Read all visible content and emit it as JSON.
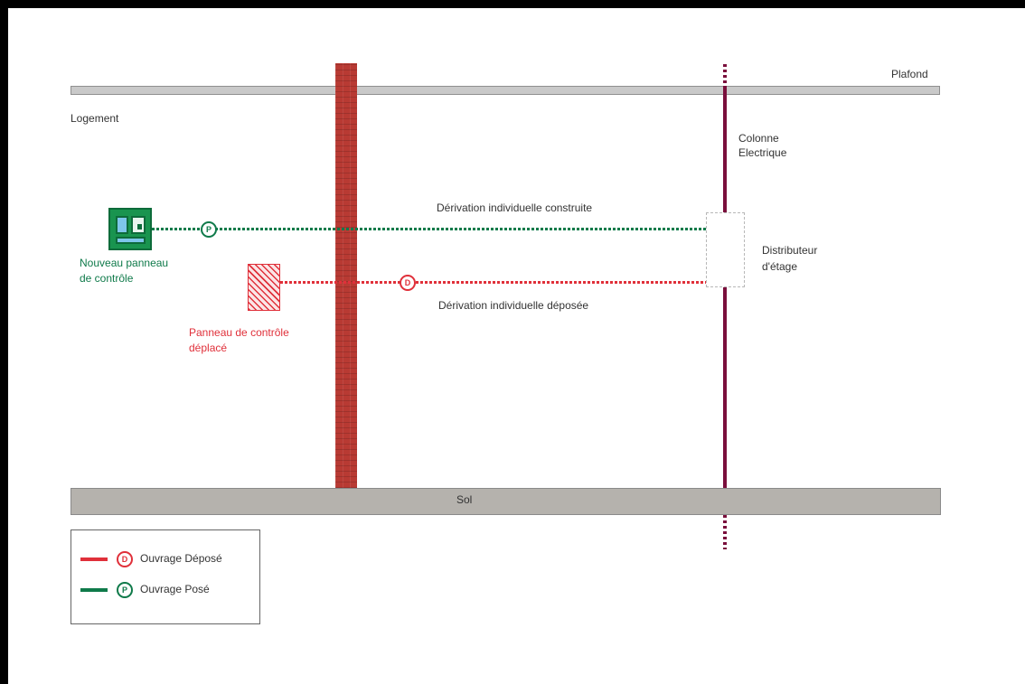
{
  "diagram": {
    "ceiling_label": "Plafond",
    "floor_label": "Sol",
    "dwelling_label": "Logement",
    "column_label_line1": "Colonne",
    "column_label_line2": "Electrique",
    "distributor_label_line1": "Distributeur",
    "distributor_label_line2": "d'étage",
    "built_branch_label": "Dérivation individuelle construite",
    "removed_branch_label": "Dérivation individuelle déposée",
    "new_panel_label_line1": "Nouveau panneau",
    "new_panel_label_line2": "de contrôle",
    "moved_panel_label_line1": "Panneau de contrôle",
    "moved_panel_label_line2": "déplacé",
    "marker_installed": "P",
    "marker_removed": "D"
  },
  "legend": {
    "items": [
      {
        "marker": "D",
        "label": "Ouvrage Déposé",
        "color": "#e0303a"
      },
      {
        "marker": "P",
        "label": "Ouvrage Posé",
        "color": "#0f7a4a"
      }
    ]
  },
  "colors": {
    "installed": "#0f7a4a",
    "removed": "#e0303a",
    "column": "#7a0f3c",
    "wall": "#b83a33"
  }
}
